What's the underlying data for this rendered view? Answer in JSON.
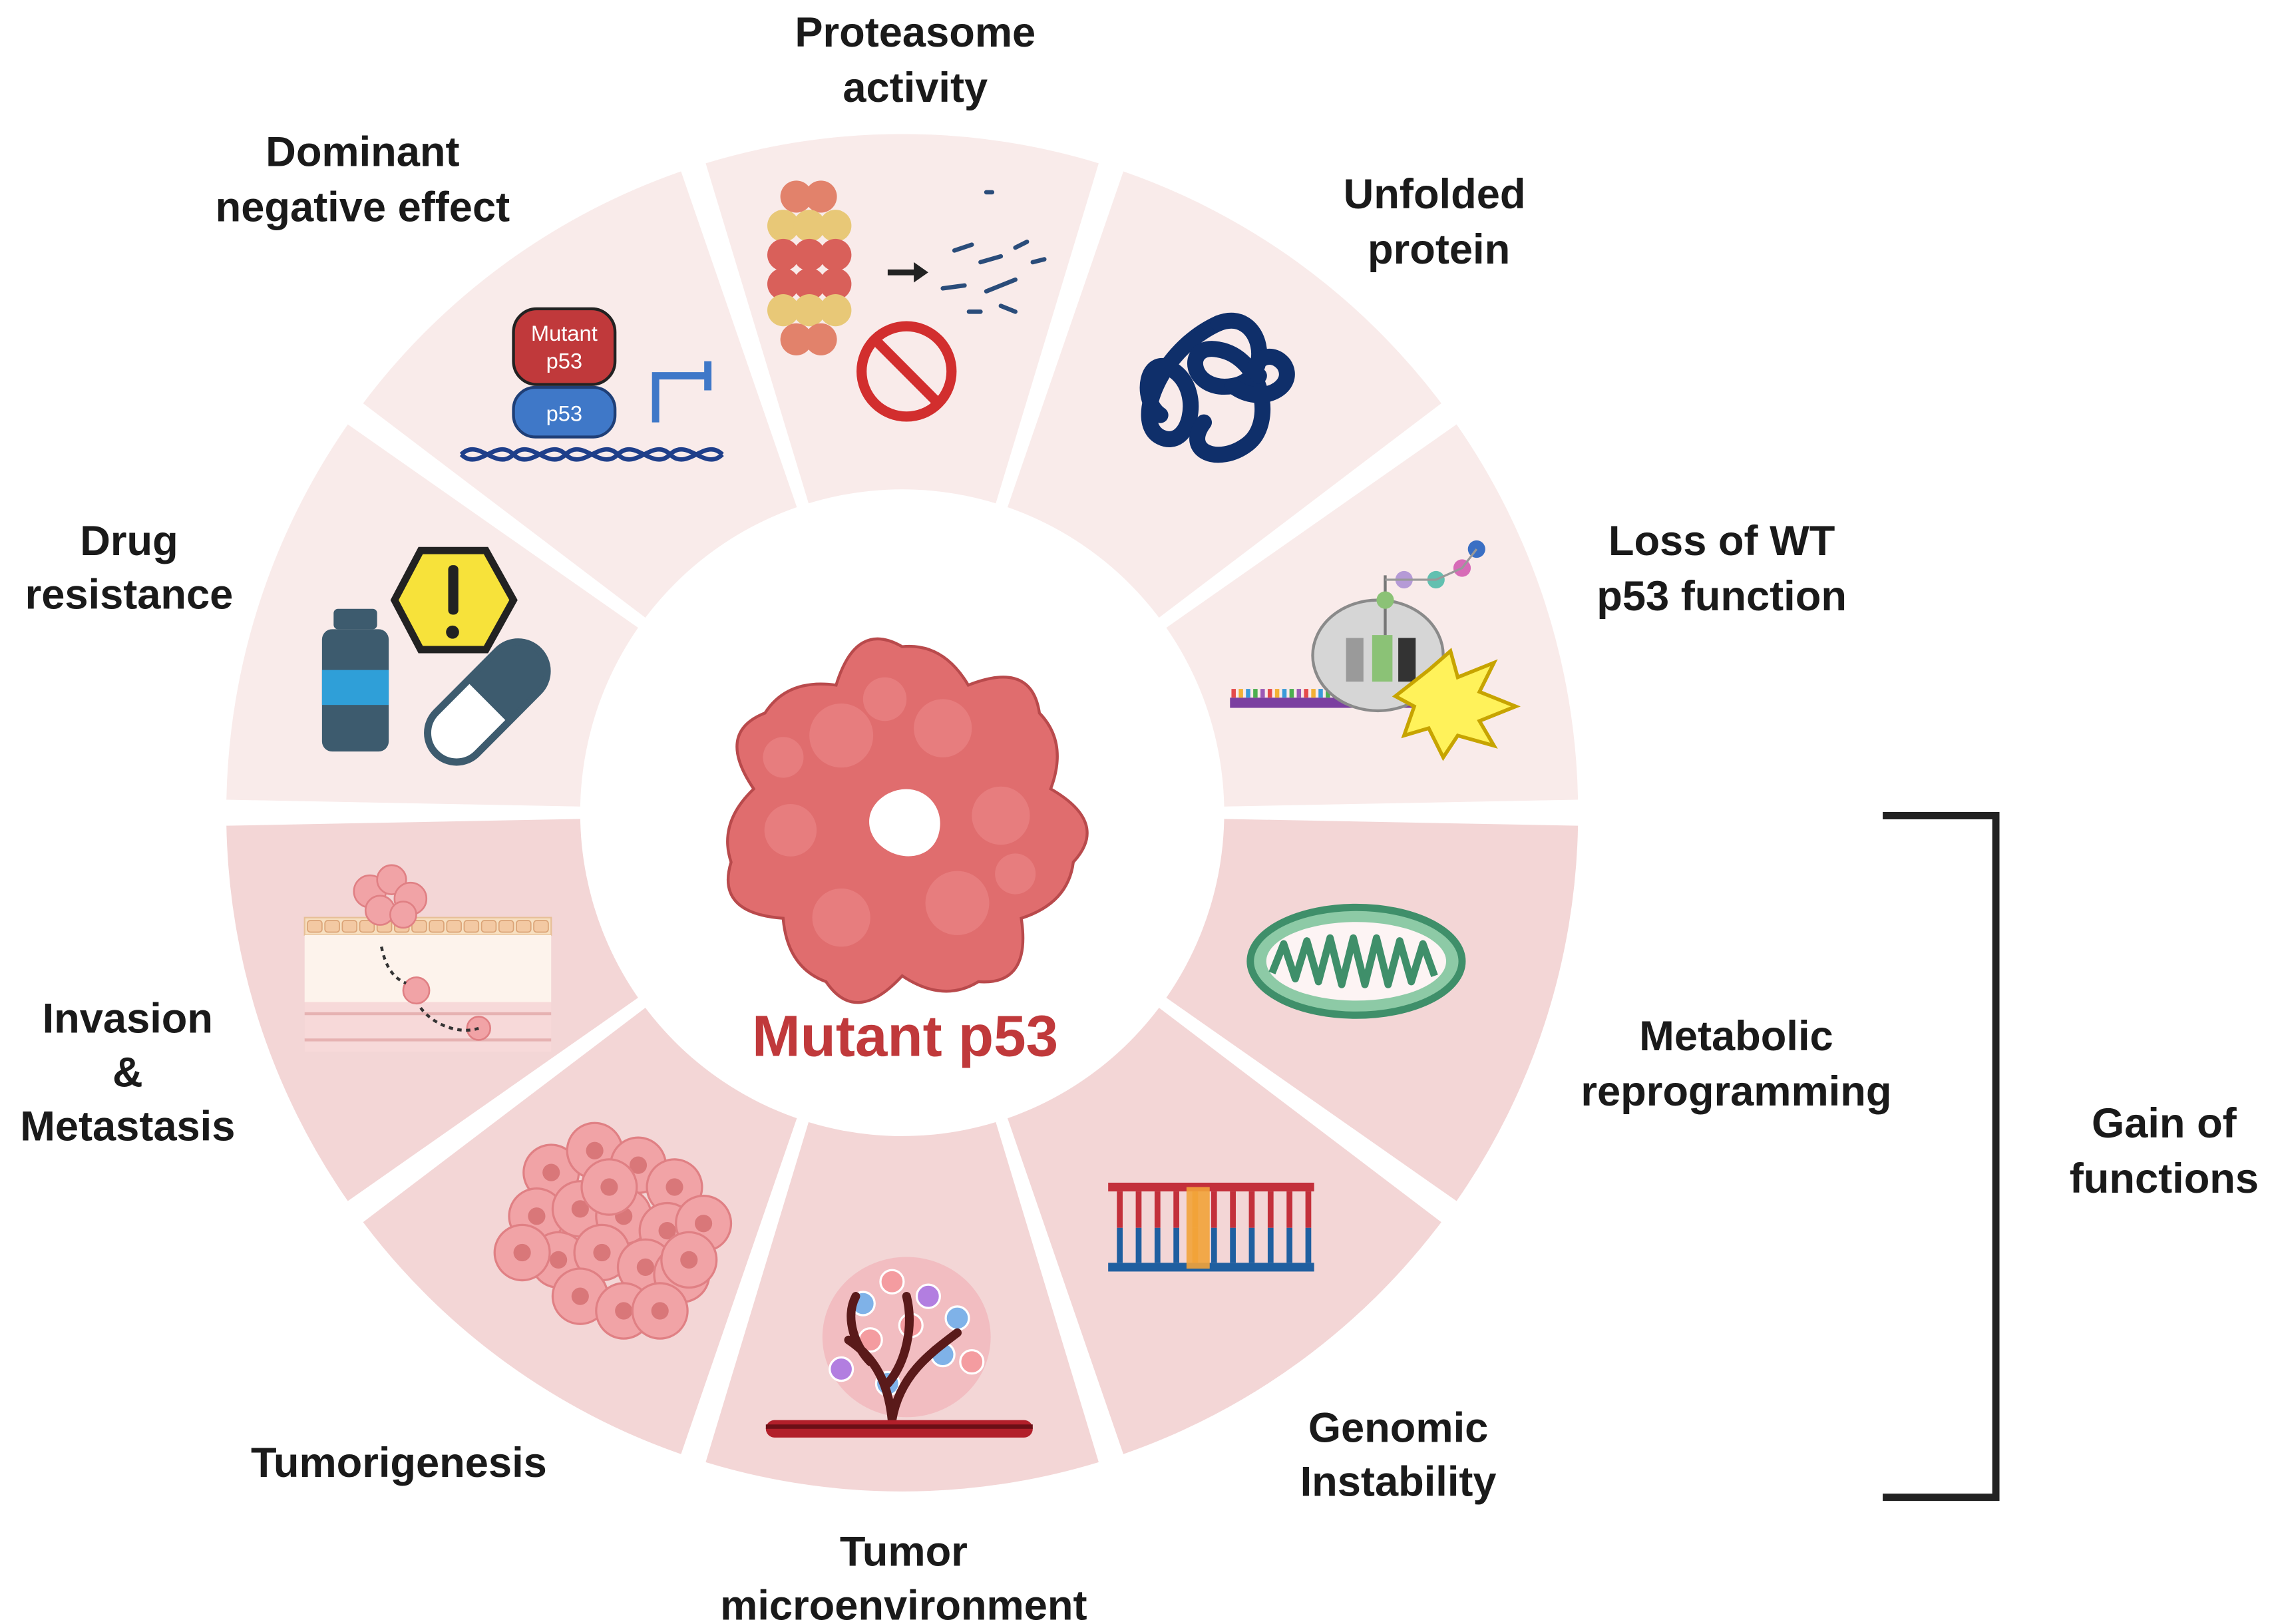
{
  "center": {
    "label": "Mutant p53",
    "color": "#c0393b",
    "icon": "mutant-p53-protein-icon"
  },
  "sectors": [
    {
      "id": "proteasome-activity",
      "lines": [
        "Proteasome",
        "activity"
      ],
      "icon": "proteasome-icon",
      "group": "loss"
    },
    {
      "id": "unfolded-protein",
      "lines": [
        "Unfolded",
        "protein"
      ],
      "icon": "unfolded-protein-icon",
      "group": "loss"
    },
    {
      "id": "loss-of-wt-p53-function",
      "lines": [
        "Loss of WT",
        "p53 function"
      ],
      "icon": "transcription-block-icon",
      "group": "loss"
    },
    {
      "id": "metabolic-reprogramming",
      "lines": [
        "Metabolic",
        "reprogramming"
      ],
      "icon": "mitochondrion-icon",
      "group": "gain"
    },
    {
      "id": "genomic-instability",
      "lines": [
        "Genomic",
        "Instability"
      ],
      "icon": "dna-ladder-icon",
      "group": "gain"
    },
    {
      "id": "tumor-microenvironment",
      "lines": [
        "Tumor",
        "microenvironment"
      ],
      "icon": "tumor-vessel-icon",
      "group": "gain"
    },
    {
      "id": "tumorigenesis",
      "lines": [
        "Tumorigenesis"
      ],
      "icon": "tumor-cell-cluster-icon",
      "group": "gain"
    },
    {
      "id": "invasion-metastasis",
      "lines": [
        "Invasion",
        "&",
        "Metastasis"
      ],
      "icon": "metastasis-icon",
      "group": "gain"
    },
    {
      "id": "drug-resistance",
      "lines": [
        "Drug",
        "resistance"
      ],
      "icon": "drug-warning-icon",
      "group": "loss"
    },
    {
      "id": "dominant-negative-effect",
      "lines": [
        "Dominant",
        "negative effect"
      ],
      "icon": "dominant-negative-icon",
      "group": "loss"
    }
  ],
  "dominant_icon": {
    "top_label_1": "Mutant",
    "top_label_2": "p53",
    "bottom_label": "p53"
  },
  "bracket": {
    "lines": [
      "Gain of",
      "functions"
    ]
  },
  "colors": {
    "light_sector": "#f9ebea",
    "dark_sector": "#f3d6d6",
    "bracket": "#222222",
    "text": "#1a1a1a"
  }
}
